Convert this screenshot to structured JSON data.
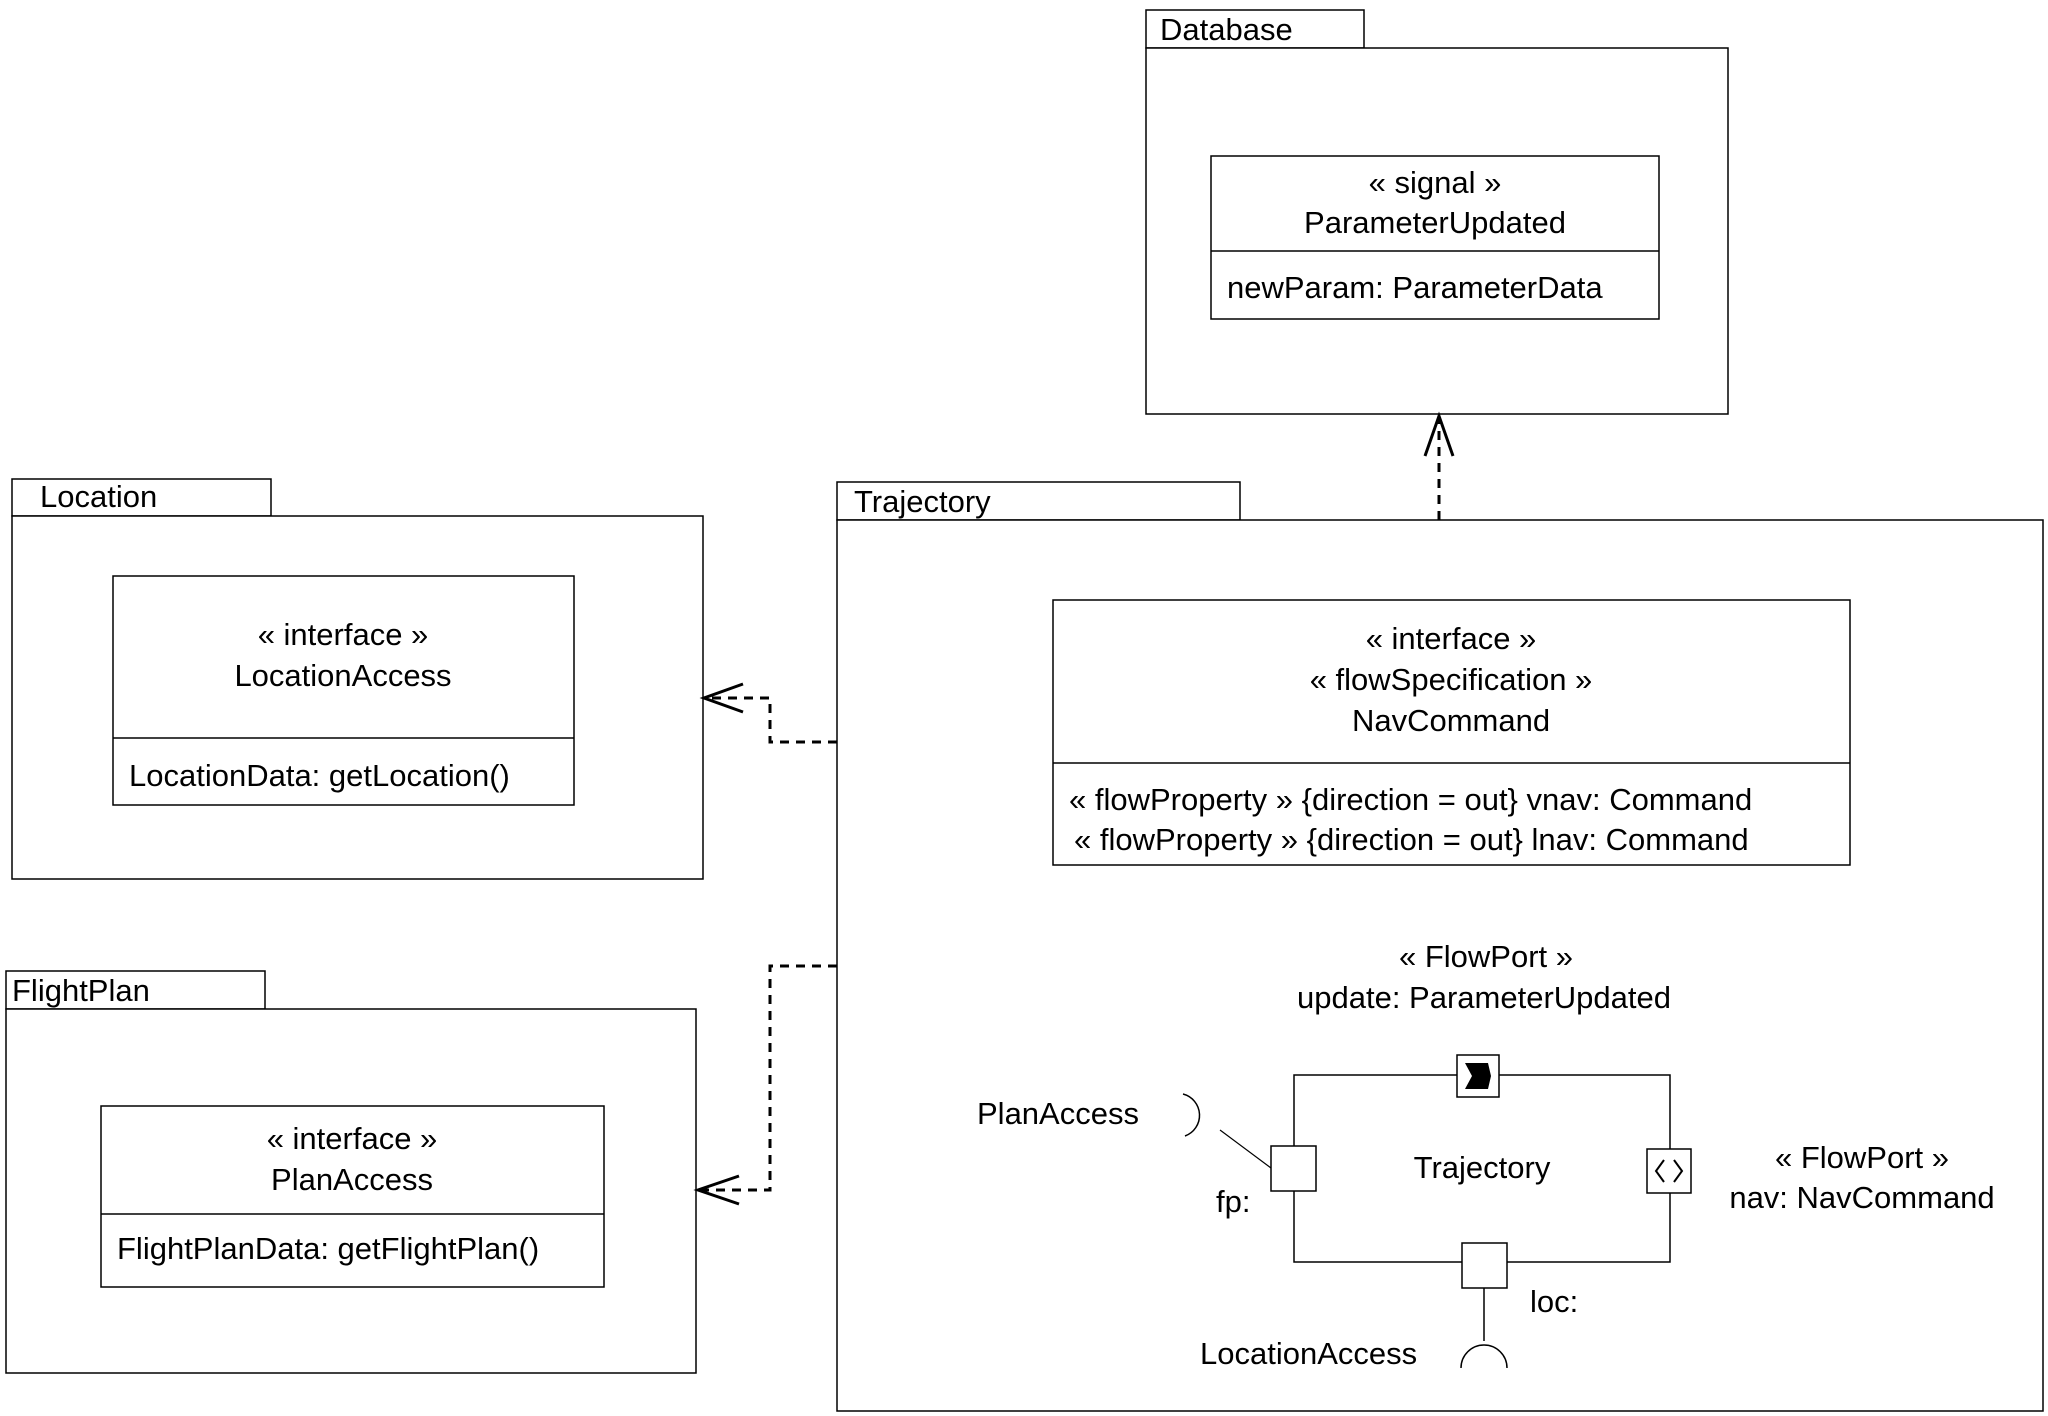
{
  "packages": {
    "database": {
      "tab_label": "Database",
      "signal": {
        "stereotype": "« signal »",
        "name": "ParameterUpdated",
        "attribute": "newParam: ParameterData"
      }
    },
    "location": {
      "tab_label": "Location",
      "interface": {
        "stereotype": "« interface »",
        "name": "LocationAccess",
        "operation": "LocationData: getLocation()"
      }
    },
    "flightplan": {
      "tab_label": "FlightPlan",
      "interface": {
        "stereotype": "« interface »",
        "name": "PlanAccess",
        "operation": "FlightPlanData: getFlightPlan()"
      }
    },
    "trajectory": {
      "tab_label": "Trajectory",
      "navcommand": {
        "stereotype1": "« interface »",
        "stereotype2": "« flowSpecification »",
        "name": "NavCommand",
        "property1": "« flowProperty »  {direction = out} vnav: Command",
        "property2": "« flowProperty »  {direction = out} lnav: Command"
      },
      "component": {
        "name": "Trajectory",
        "update_port_stereotype": "« FlowPort »",
        "update_port_label": "update: ParameterUpdated",
        "nav_port_stereotype": "« FlowPort »",
        "nav_port_label": "nav: NavCommand",
        "fp_port_label": "fp:",
        "loc_port_label": "loc:",
        "plan_access_label": "PlanAccess",
        "location_access_label": "LocationAccess"
      }
    }
  }
}
